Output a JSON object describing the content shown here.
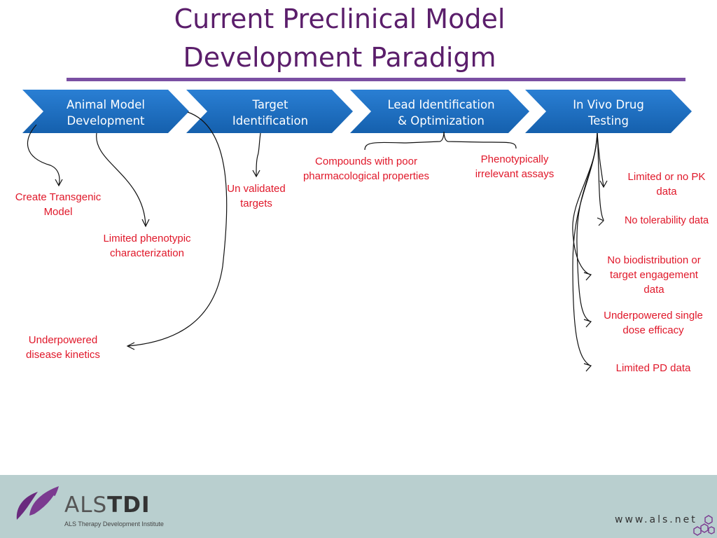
{
  "title": {
    "line1": "Current Preclinical Model",
    "line2": "Development Paradigm"
  },
  "stages": [
    {
      "line1": "Animal Model",
      "line2": "Development"
    },
    {
      "line1": "Target",
      "line2": "Identification"
    },
    {
      "line1": "Lead Identification",
      "line2": "& Optimization"
    },
    {
      "line1": "In Vivo Drug",
      "line2": "Testing"
    }
  ],
  "notes": {
    "transgenic": {
      "line1": "Create Transgenic",
      "line2": "Model"
    },
    "phenotypic": {
      "line1": "Limited phenotypic",
      "line2": "characterization"
    },
    "kinetics": {
      "line1": "Underpowered",
      "line2": "disease kinetics"
    },
    "unvalidated": {
      "line1": "Un validated",
      "line2": "targets"
    },
    "compounds": {
      "line1": "Compounds with poor",
      "line2": "pharmacological properties"
    },
    "assays": {
      "line1": "Phenotypically",
      "line2": "irrelevant assays"
    },
    "pk": {
      "line1": "Limited or no PK",
      "line2": "data"
    },
    "tolerability": {
      "line1": "No tolerability data"
    },
    "biodistribution": {
      "line1": "No biodistribution or",
      "line2": "target engagement",
      "line3": "data"
    },
    "single_dose": {
      "line1": "Underpowered single",
      "line2": "dose efficacy"
    },
    "pd": {
      "line1": "Limited PD data"
    }
  },
  "colors": {
    "title": "#5b1e6b",
    "rule": "#7a4fa3",
    "chevron": "#1f6fc0",
    "note": "#e0182a",
    "footer": "#b9cfcf"
  },
  "footer": {
    "logo_prefix": "ALS",
    "logo_bold": "TDI",
    "logo_subtitle": "ALS Therapy Development Institute",
    "website": "www.als.net",
    "logo_icon": "als-tdi-leaf-logo",
    "decor_icon": "hexagon-molecule-icon"
  }
}
